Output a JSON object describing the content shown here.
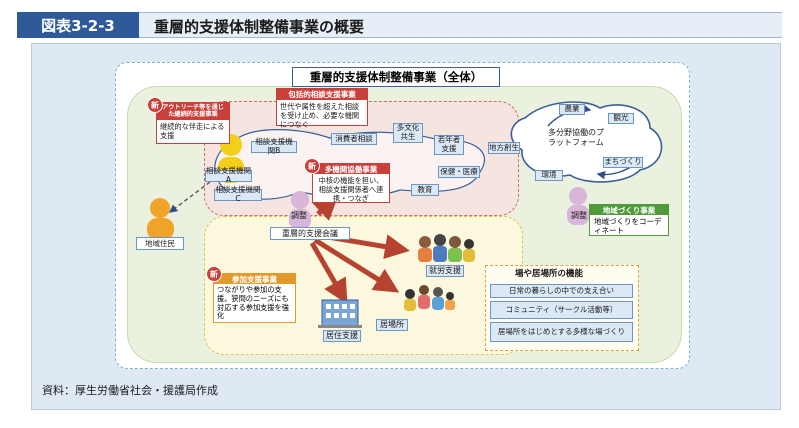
{
  "header": {
    "figure_no": "図表3-2-3",
    "title": "重層的支援体制整備事業の概要"
  },
  "diagram": {
    "main_title": "重層的支援体制整備事業（全体）",
    "outreach": {
      "badge": "新",
      "title": "アウトリーチ等を通じた継続的支援事業",
      "body": "継続的な伴走による支援"
    },
    "comprehensive": {
      "title": "包括的相談支援事業",
      "body": "世代や属性を超えた相談を受け止め、必要な機関につなぐ"
    },
    "multi_agency": {
      "badge": "新",
      "title": "多機関協働事業",
      "body": "中核の機能を担い、相談支援関係者へ連携・つなぎ"
    },
    "participation": {
      "badge": "新",
      "title": "参加支援事業",
      "body": "つながりや参加の支援。狭間のニーズにも対応する参加支援を強化"
    },
    "community": {
      "title": "地域づくり事業",
      "body": "地域づくりをコーディネート"
    },
    "agencies": {
      "a": "相談支援機関A",
      "b": "相談支援機関B",
      "c": "相談支援機関C",
      "consumer": "消費者相談",
      "multicultural": "多文化共生",
      "youth": "若年者支援",
      "health": "保健・医療",
      "education": "教育",
      "regional": "地方創生"
    },
    "platform": {
      "label": "多分野協働のプラットフォーム",
      "agri": "農業",
      "tourism": "観光",
      "town": "まちづくり",
      "env": "環境"
    },
    "chosei_left": "調整",
    "chosei_right": "調整",
    "resident": "地域住民",
    "meeting": "重層的支援会議",
    "employment": "就労支援",
    "residence": "居住支援",
    "place": "居場所",
    "functions": {
      "title": "場や居場所の機能",
      "items": [
        "日常の暮らしの中での支え合い",
        "コミュニティ（サークル活動等）",
        "居場所をはじめとする多様な場づくり"
      ]
    }
  },
  "footer": "資料：厚生労働省社会・援護局作成",
  "colors": {
    "navy": "#2f5a99",
    "red": "#c9403a",
    "green": "#4f9a39",
    "orange": "#e39a2d",
    "yellow": "#f1cf1a"
  }
}
